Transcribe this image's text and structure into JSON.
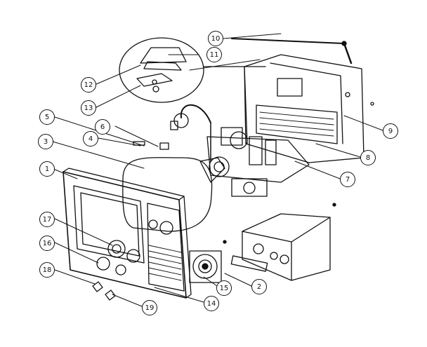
{
  "diagram": {
    "callouts": [
      {
        "id": "c1",
        "label": "1"
      },
      {
        "id": "c2",
        "label": "2"
      },
      {
        "id": "c3",
        "label": "3"
      },
      {
        "id": "c4",
        "label": "4"
      },
      {
        "id": "c5",
        "label": "5"
      },
      {
        "id": "c6",
        "label": "6"
      },
      {
        "id": "c7",
        "label": "7"
      },
      {
        "id": "c8",
        "label": "8"
      },
      {
        "id": "c9",
        "label": "9"
      },
      {
        "id": "c10",
        "label": "10"
      },
      {
        "id": "c11",
        "label": "11"
      },
      {
        "id": "c12",
        "label": "12"
      },
      {
        "id": "c13",
        "label": "13"
      },
      {
        "id": "c14",
        "label": "14"
      },
      {
        "id": "c15",
        "label": "15"
      },
      {
        "id": "c16",
        "label": "16"
      },
      {
        "id": "c17",
        "label": "17"
      },
      {
        "id": "c18",
        "label": "18"
      },
      {
        "id": "c19",
        "label": "19"
      }
    ],
    "colors": {
      "ink": "#111111",
      "paper": "#ffffff"
    }
  }
}
